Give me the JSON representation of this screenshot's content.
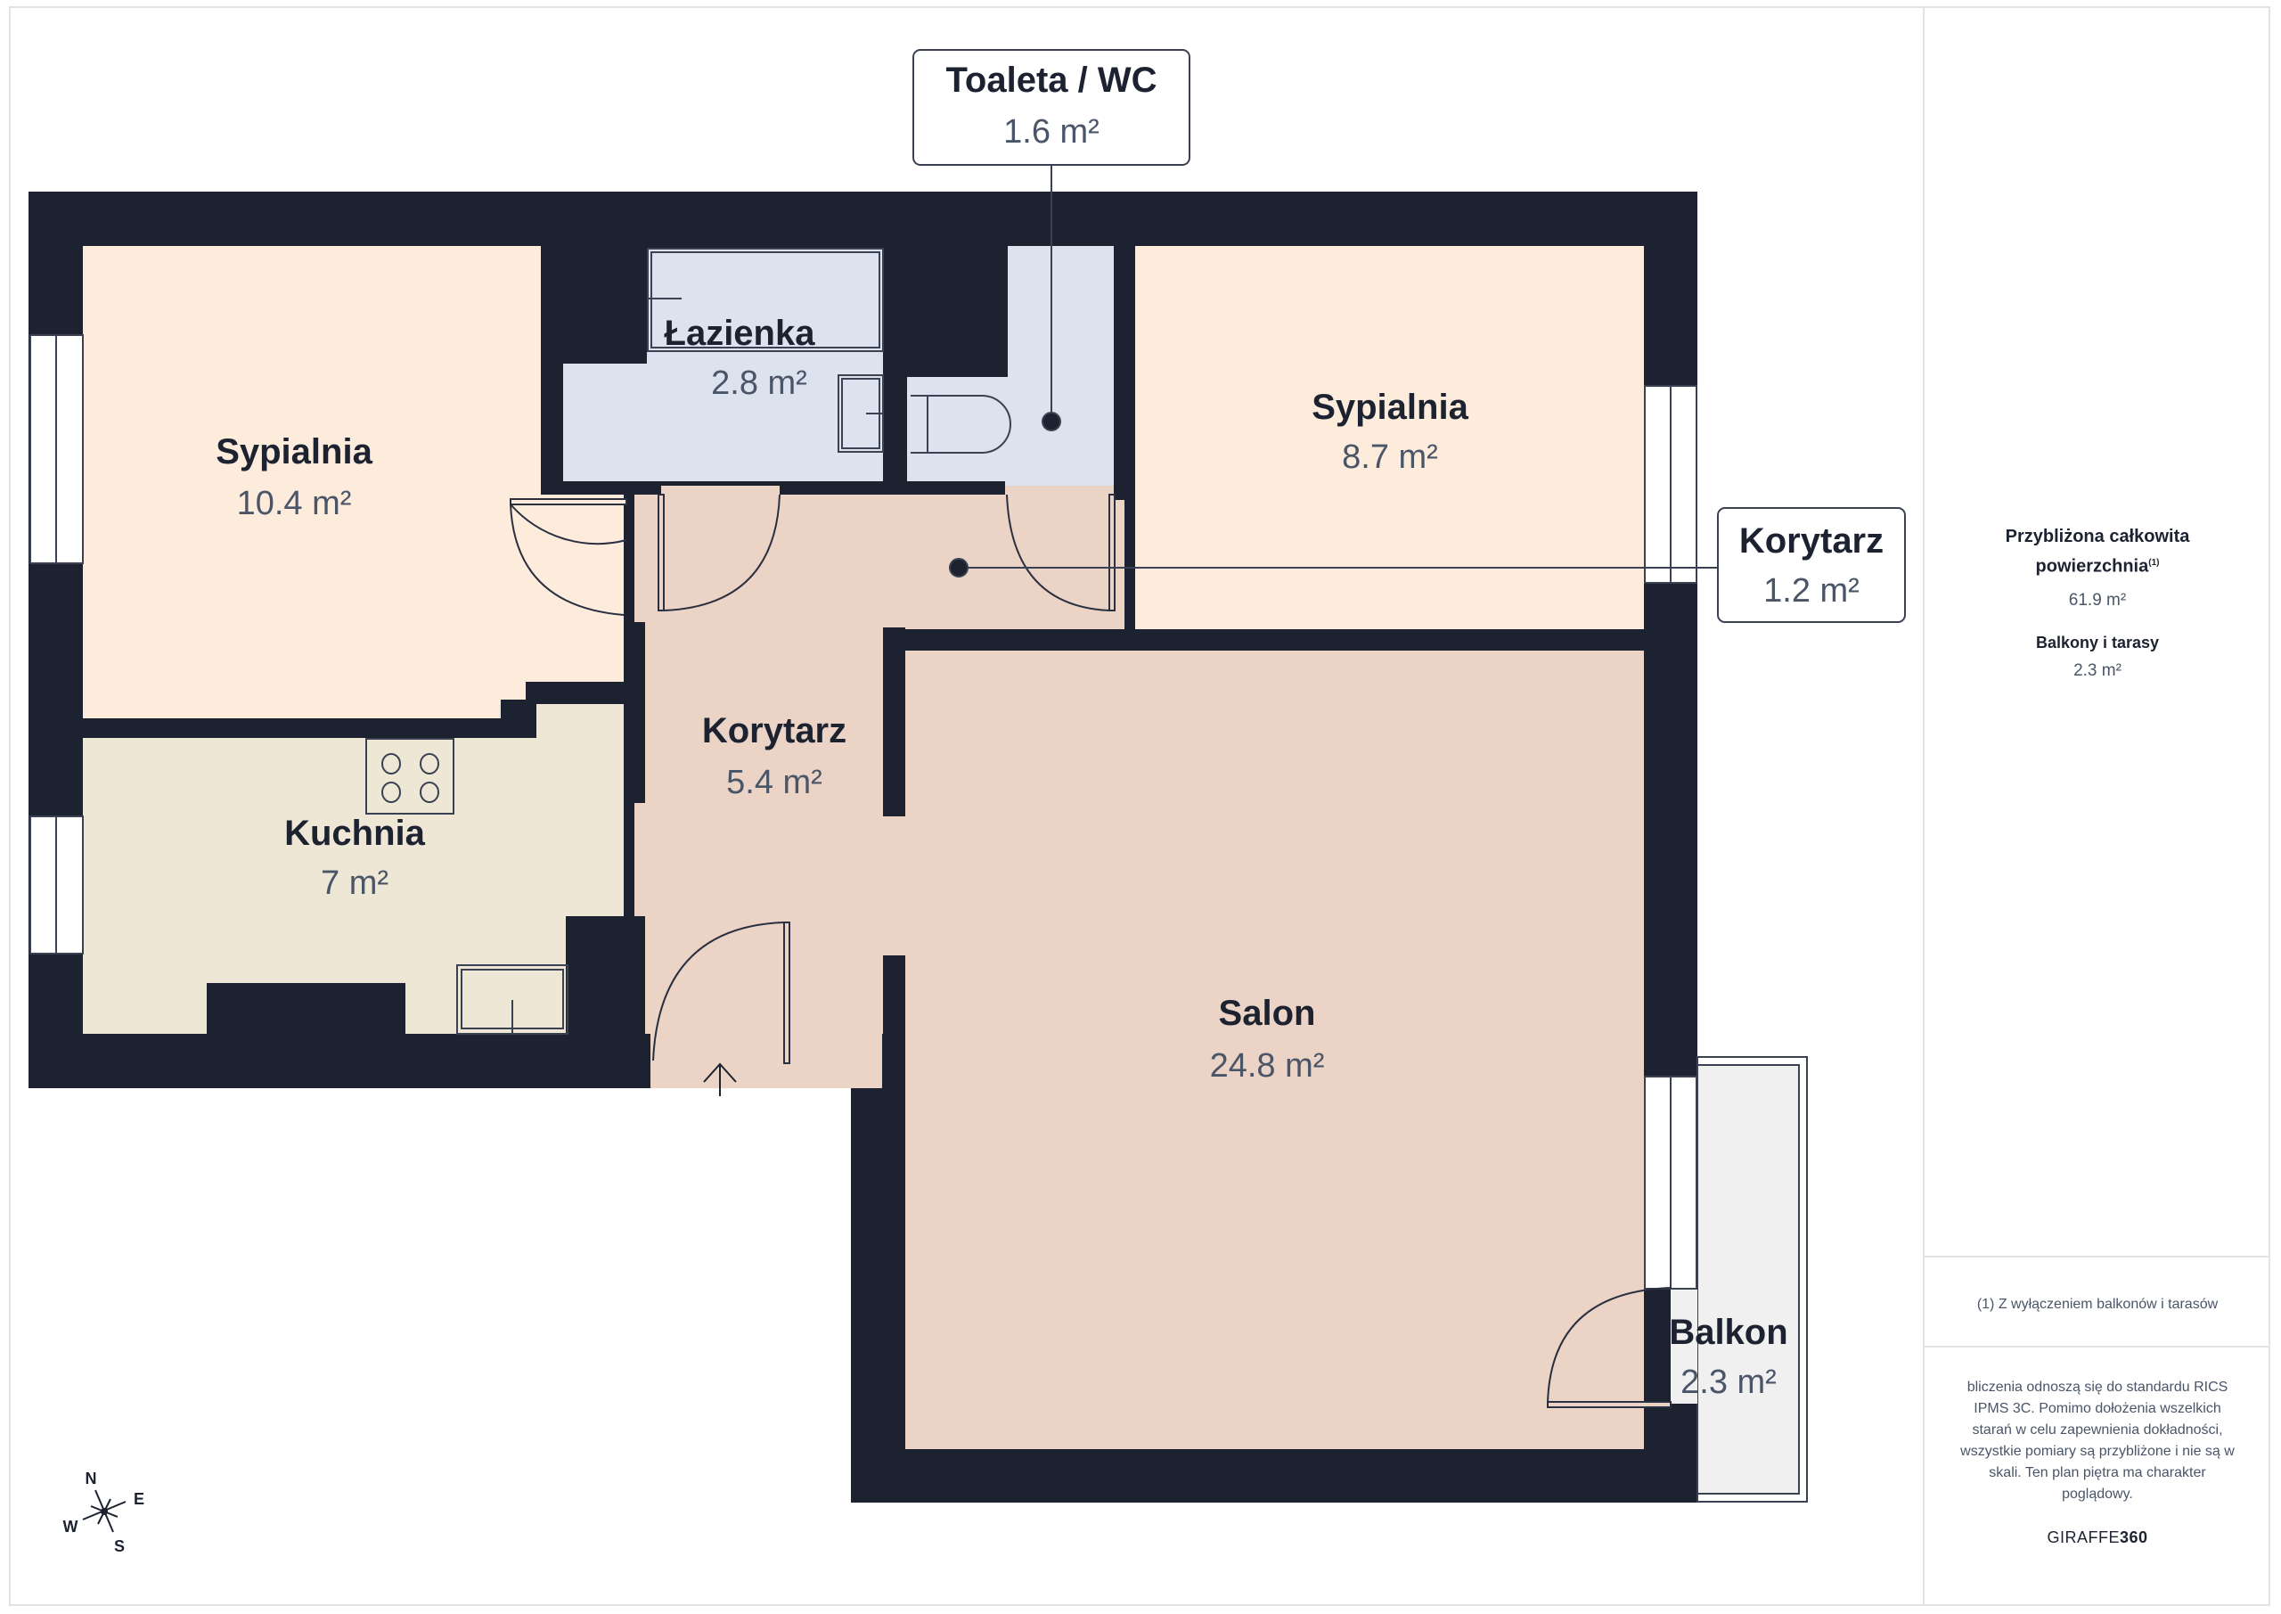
{
  "colors": {
    "wall": "#1c2230",
    "bedroom": "#fdecdc",
    "bathroom": "#dde3ee",
    "hallway_salon": "#ebd3c6",
    "kitchen": "#efe7d6",
    "balcony": "#f0f0f0",
    "area_text": "#4a5568"
  },
  "rooms": [
    {
      "id": "sypialnia-1",
      "name": "Sypialnia",
      "area": "10.4 m²"
    },
    {
      "id": "lazienka",
      "name": "Łazienka",
      "area": "2.8 m²"
    },
    {
      "id": "toaleta",
      "name": "Toaleta / WC",
      "area": "1.6 m²"
    },
    {
      "id": "sypialnia-2",
      "name": "Sypialnia",
      "area": "8.7 m²"
    },
    {
      "id": "korytarz-small",
      "name": "Korytarz",
      "area": "1.2 m²"
    },
    {
      "id": "korytarz",
      "name": "Korytarz",
      "area": "5.4 m²"
    },
    {
      "id": "kuchnia",
      "name": "Kuchnia",
      "area": "7 m²"
    },
    {
      "id": "salon",
      "name": "Salon",
      "area": "24.8 m²"
    },
    {
      "id": "balkon",
      "name": "Balkon",
      "area": "2.3 m²"
    }
  ],
  "compass": {
    "n": "N",
    "e": "E",
    "s": "S",
    "w": "W"
  },
  "sidebar": {
    "total_title_line1": "Przybliżona całkowita",
    "total_title_line2": "powierzchnia",
    "total_footnote_mark": "(1)",
    "total_area": "61.9 m²",
    "balconies_title": "Balkony i tarasy",
    "balconies_area": "2.3 m²",
    "footnote": "(1) Z wyłączeniem balkonów i tarasów",
    "disclaimer": "bliczenia odnoszą się do standardu RICS IPMS 3C. Pomimo dołożenia wszelkich starań w celu zapewnienia dokładności, wszystkie pomiary są przybliżone i nie są w skali. Ten plan piętra ma charakter poglądowy.",
    "brand_light": "GIRAFFE",
    "brand_bold": "360"
  }
}
